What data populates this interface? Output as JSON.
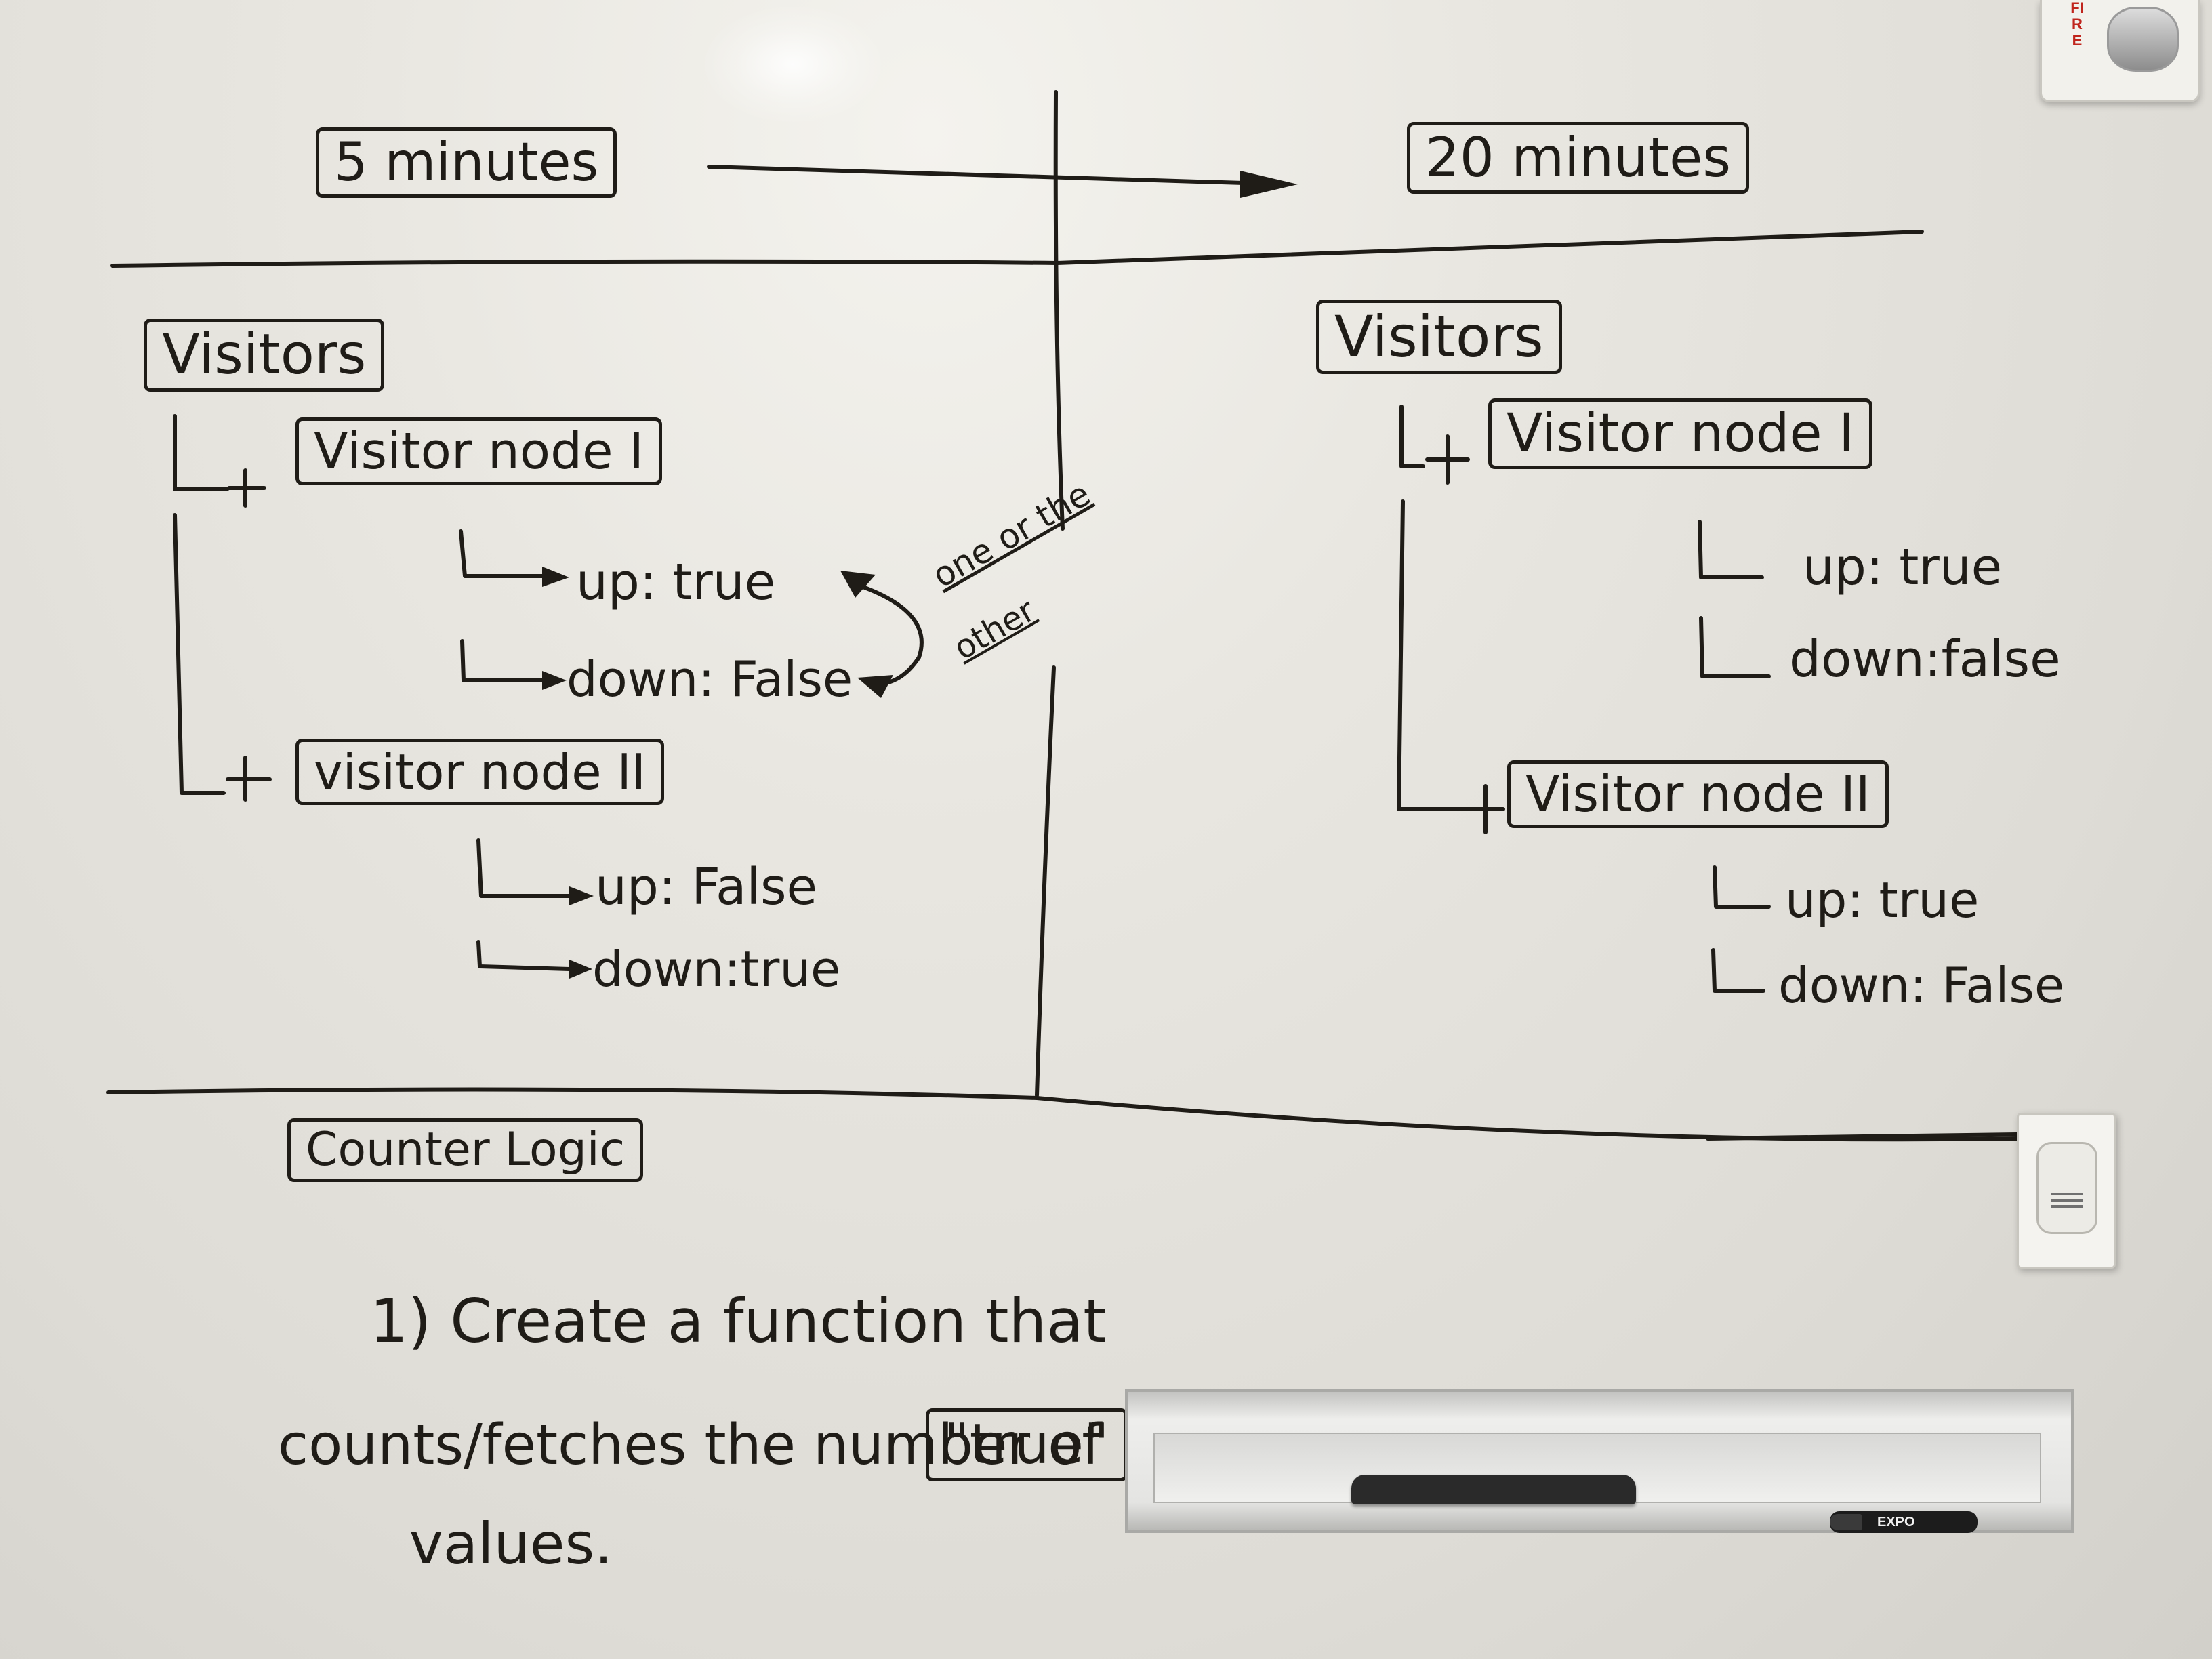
{
  "whiteboard": {
    "left_panel": {
      "time_label": "5 minutes",
      "visitors_label": "Visitors",
      "node_1": {
        "title": "Visitor node I",
        "up": "up: true",
        "down": "down: False"
      },
      "node_2": {
        "title": "visitor node II",
        "up": "up: False",
        "down": "down:true"
      },
      "side_note_line1": "one or the",
      "side_note_line2": "other"
    },
    "right_panel": {
      "time_label": "20 minutes",
      "visitors_label": "Visitors",
      "node_1": {
        "title": "Visitor node I",
        "up": "up: true",
        "down": "down:false"
      },
      "node_2": {
        "title": "Visitor node II",
        "up": "up: true",
        "down": "down: False"
      }
    },
    "counter_logic": {
      "heading": "Counter Logic",
      "line1": "1) Create a function that",
      "line2_prefix": "counts/fetches the number of",
      "line2_boxed": "\"true\"",
      "line3": "values."
    },
    "fire_alarm_text": "FIRE",
    "marker_brand": "EXPO"
  }
}
